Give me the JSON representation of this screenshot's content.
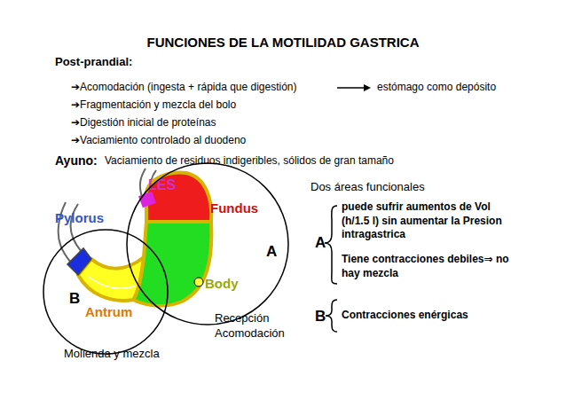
{
  "diagram": {
    "title": "FUNCIONES DE LA MOTILIDAD GASTRICA",
    "nodes": [
      {
        "text": [
          "A",
          "Recepción Acomodación"
        ]
      },
      {
        "text": [
          "B",
          "Molienda y mezcla"
        ]
      }
    ],
    "labels": [
      "Post-prandial:",
      "➔Acomodación (ingesta + rápida que digestión)",
      "estómago como depósito",
      "➔Fragmentación y mezcla del bolo",
      "➔Digestión inicial de proteínas",
      "➔Vaciamiento controlado al duodeno",
      "Ayuno:",
      "Vaciamiento de residuos indigeribles, sólidos de gran tamaño",
      "Dos áreas funcionales",
      "LES",
      "Fundus",
      "Pylorus",
      "Body",
      "Antrum",
      "A",
      "puede sufrir aumentos de Vol (h/1.5 l) sin aumentar la Presion intragastrica",
      "Tiene contracciones debiles⇒ no hay mezcla",
      "B",
      "Contracciones enérgicas"
    ]
  }
}
